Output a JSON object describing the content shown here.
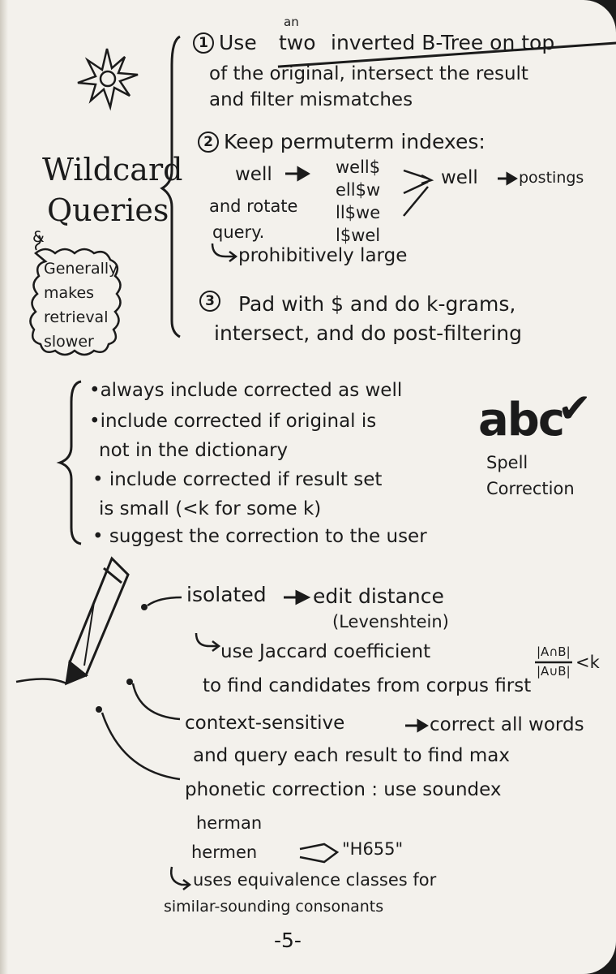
{
  "wildcard": {
    "title_line1": "Wildcard",
    "title_line2": "Queries",
    "note": [
      "Generally",
      "makes",
      "retrieval",
      "slower"
    ],
    "item1": {
      "num": "1",
      "use": "Use",
      "struck": "two",
      "inserted": "an",
      "rest1": "inverted B-Tree on top",
      "line2": "of the original, intersect the result",
      "line3": "and filter mismatches"
    },
    "item2": {
      "num": "2",
      "line1": "Keep permuterm indexes:",
      "word": "well",
      "rotations": [
        "well$",
        "ell$w",
        "ll$we",
        "l$wel"
      ],
      "target": "well",
      "postings": "postings",
      "and_rotate": "and rotate",
      "query": "query.",
      "prohibitive": "prohibitively large"
    },
    "item3": {
      "num": "3",
      "line1": "Pad with $ and do k-grams,",
      "line2": "intersect, and do post-filtering"
    }
  },
  "spell": {
    "items": [
      "•always include corrected as well",
      "•include corrected if original is",
      "not in the dictionary",
      "• include corrected if result set",
      "is small (<k for some k)",
      "• suggest the correction to the user"
    ],
    "abc": "abc",
    "check": "✔",
    "label1": "Spell",
    "label2": "Correction"
  },
  "correction": {
    "isolated": "isolated",
    "edit_distance": "edit distance",
    "levenshtein": "(Levenshtein)",
    "jaccard": "use Jaccard coefficient",
    "frac_num": "|A∩B|",
    "frac_den": "|A∪B|",
    "lt_k": "<k",
    "find": "to find candidates from corpus first",
    "context": "context-sensitive",
    "correct_all": "correct all words",
    "and_query": "and query each result to find max",
    "phonetic": "phonetic correction : use soundex",
    "herman": "herman",
    "hermen": "hermen",
    "code": "\"H655\"",
    "uses": "uses equivalence classes for",
    "similar": "similar-sounding consonants"
  },
  "page_number": "-5-"
}
